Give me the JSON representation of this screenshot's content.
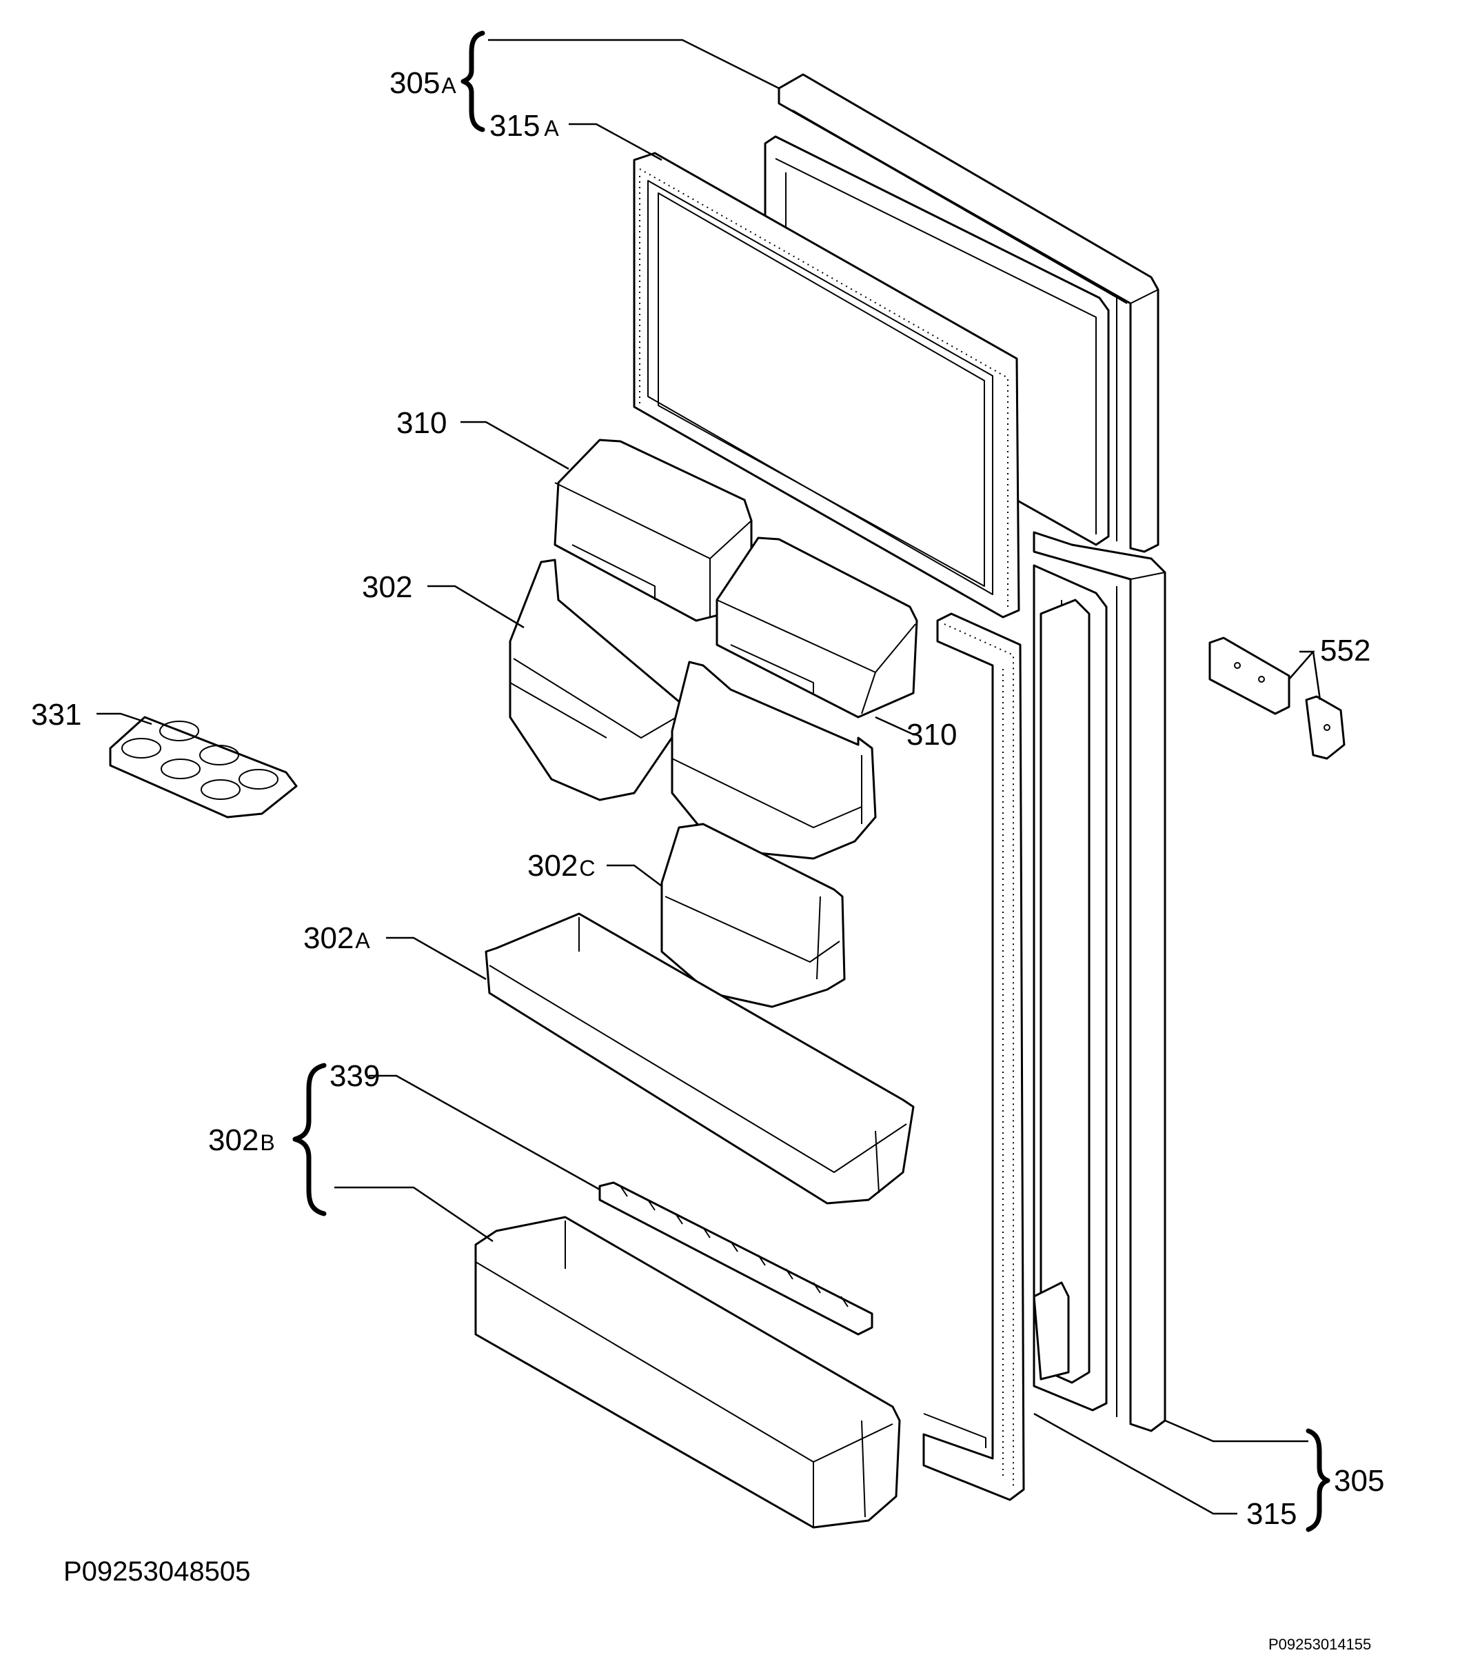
{
  "labels": {
    "l305A": {
      "num": "305",
      "suffix": "A"
    },
    "l315A": {
      "num": "315",
      "suffix": "A"
    },
    "l310a": "310",
    "l310b": "310",
    "l302": "302",
    "l331": "331",
    "l552": "552",
    "l302C": {
      "num": "302",
      "suffix": "C"
    },
    "l302A": {
      "num": "302",
      "suffix": "A"
    },
    "l339": "339",
    "l302B": {
      "num": "302",
      "suffix": "B"
    },
    "l305": "305",
    "l315": "315"
  },
  "codes": {
    "primary": "P09253048505",
    "secondary": "P09253014155"
  }
}
